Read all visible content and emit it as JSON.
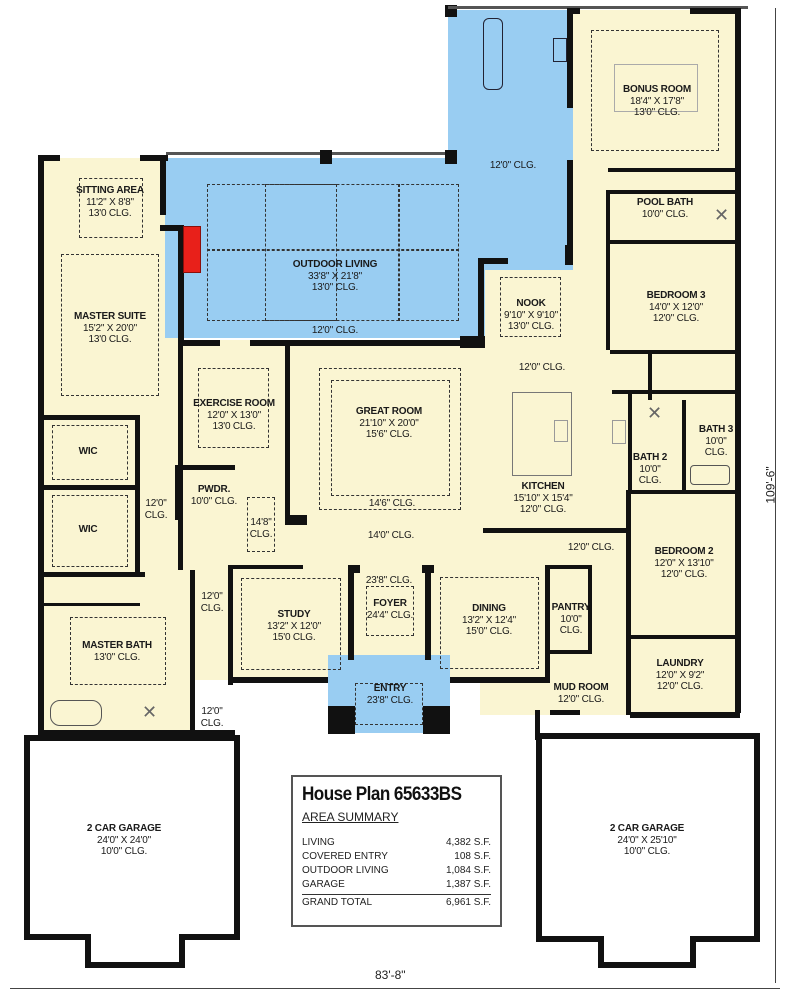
{
  "plan": {
    "title": "House Plan 65633BS",
    "overall_width": "83'-8\"",
    "overall_depth": "109'-6\""
  },
  "area_summary": {
    "heading": "AREA SUMMARY",
    "rows": [
      {
        "label": "LIVING",
        "value": "4,382 S.F."
      },
      {
        "label": "COVERED ENTRY",
        "value": "108 S.F."
      },
      {
        "label": "OUTDOOR LIVING",
        "value": "1,084 S.F."
      },
      {
        "label": "GARAGE",
        "value": "1,387 S.F."
      }
    ],
    "total": {
      "label": "GRAND TOTAL",
      "value": "6,961 S.F."
    }
  },
  "rooms": {
    "bonus_room": {
      "name": "BONUS ROOM",
      "size": "18'4\" X 17'8\"",
      "clg": "13'0\" CLG."
    },
    "sitting_area": {
      "name": "SITTING AREA",
      "size": "11'2\" X 8'8\"",
      "clg": "13'0 CLG."
    },
    "master_suite": {
      "name": "MASTER SUITE",
      "size": "15'2\" X 20'0\"",
      "clg": "13'0 CLG."
    },
    "outdoor_living": {
      "name": "OUTDOOR LIVING",
      "size": "33'8\" X 21'8\"",
      "clg": "13'0\" CLG."
    },
    "outdoor_living_edge": {
      "clg": "12'0\" CLG."
    },
    "outdoor_kitchen": {
      "clg": "12'0\" CLG."
    },
    "pool_bath": {
      "name": "POOL BATH",
      "clg": "10'0\" CLG."
    },
    "bedroom_3": {
      "name": "BEDROOM 3",
      "size": "14'0\" X 12'0\"",
      "clg": "12'0\" CLG."
    },
    "nook": {
      "name": "NOOK",
      "size": "9'10\" X 9'10\"",
      "clg": "13'0\" CLG."
    },
    "nook_hall": {
      "clg": "12'0\" CLG."
    },
    "exercise_room": {
      "name": "EXERCISE ROOM",
      "size": "12'0\" X 13'0\"",
      "clg": "13'0 CLG."
    },
    "great_room": {
      "name": "GREAT ROOM",
      "size": "21'10\" X 20'0\"",
      "clg": "15'6\" CLG."
    },
    "great_room_tray": {
      "clg": "14'6\" CLG."
    },
    "gallery": {
      "clg": "14'0\" CLG."
    },
    "kitchen": {
      "name": "KITCHEN",
      "size": "15'10\" X 15'4\"",
      "clg": "12'0\" CLG."
    },
    "bath_3": {
      "name": "BATH 3",
      "clg1": "10'0\"",
      "clg2": "CLG."
    },
    "bath_2": {
      "name": "BATH 2",
      "clg1": "10'0\"",
      "clg2": "CLG."
    },
    "wic_1": {
      "name": "WIC"
    },
    "wic_2": {
      "name": "WIC"
    },
    "master_hall": {
      "clg1": "12'0\"",
      "clg2": "CLG."
    },
    "pwdr": {
      "name": "PWDR.",
      "clg": "10'0\" CLG."
    },
    "hall_148": {
      "clg1": "14'8\"",
      "clg2": "CLG."
    },
    "hall_left": {
      "clg1": "12'0\"",
      "clg2": "CLG."
    },
    "hall_entry_left": {
      "clg1": "12'0\"",
      "clg2": "CLG."
    },
    "master_bath": {
      "name": "MASTER BATH",
      "clg": "13'0\" CLG."
    },
    "study": {
      "name": "STUDY",
      "size": "13'2\" X 12'0\"",
      "clg": "15'0 CLG."
    },
    "foyer": {
      "name": "FOYER",
      "clg": "24'4\" CLG.",
      "outer_clg": "23'8\" CLG."
    },
    "entry": {
      "name": "ENTRY",
      "clg": "23'8\" CLG."
    },
    "dining": {
      "name": "DINING",
      "size": "13'2\" X 12'4\"",
      "clg": "15'0\" CLG."
    },
    "back_hall": {
      "clg": "12'0\" CLG."
    },
    "bedroom_2": {
      "name": "BEDROOM 2",
      "size": "12'0\" X 13'10\"",
      "clg": "12'0\" CLG."
    },
    "pantry": {
      "name": "PANTRY",
      "clg1": "10'0\"",
      "clg2": "CLG."
    },
    "mud_room": {
      "name": "MUD ROOM",
      "clg": "12'0\" CLG."
    },
    "laundry": {
      "name": "LAUNDRY",
      "size": "12'0\" X 9'2\"",
      "clg": "12'0\" CLG."
    },
    "garage_left": {
      "name": "2 CAR GARAGE",
      "size": "24'0\" X 24'0\"",
      "clg": "10'0\" CLG."
    },
    "garage_right": {
      "name": "2 CAR GARAGE",
      "size": "24'0\" X 25'10\"",
      "clg": "10'0\" CLG."
    }
  },
  "colors": {
    "interior": "#faf5d2",
    "outdoor": "#99cdf2",
    "wall": "#111111",
    "fireplace": "#e8201a"
  }
}
